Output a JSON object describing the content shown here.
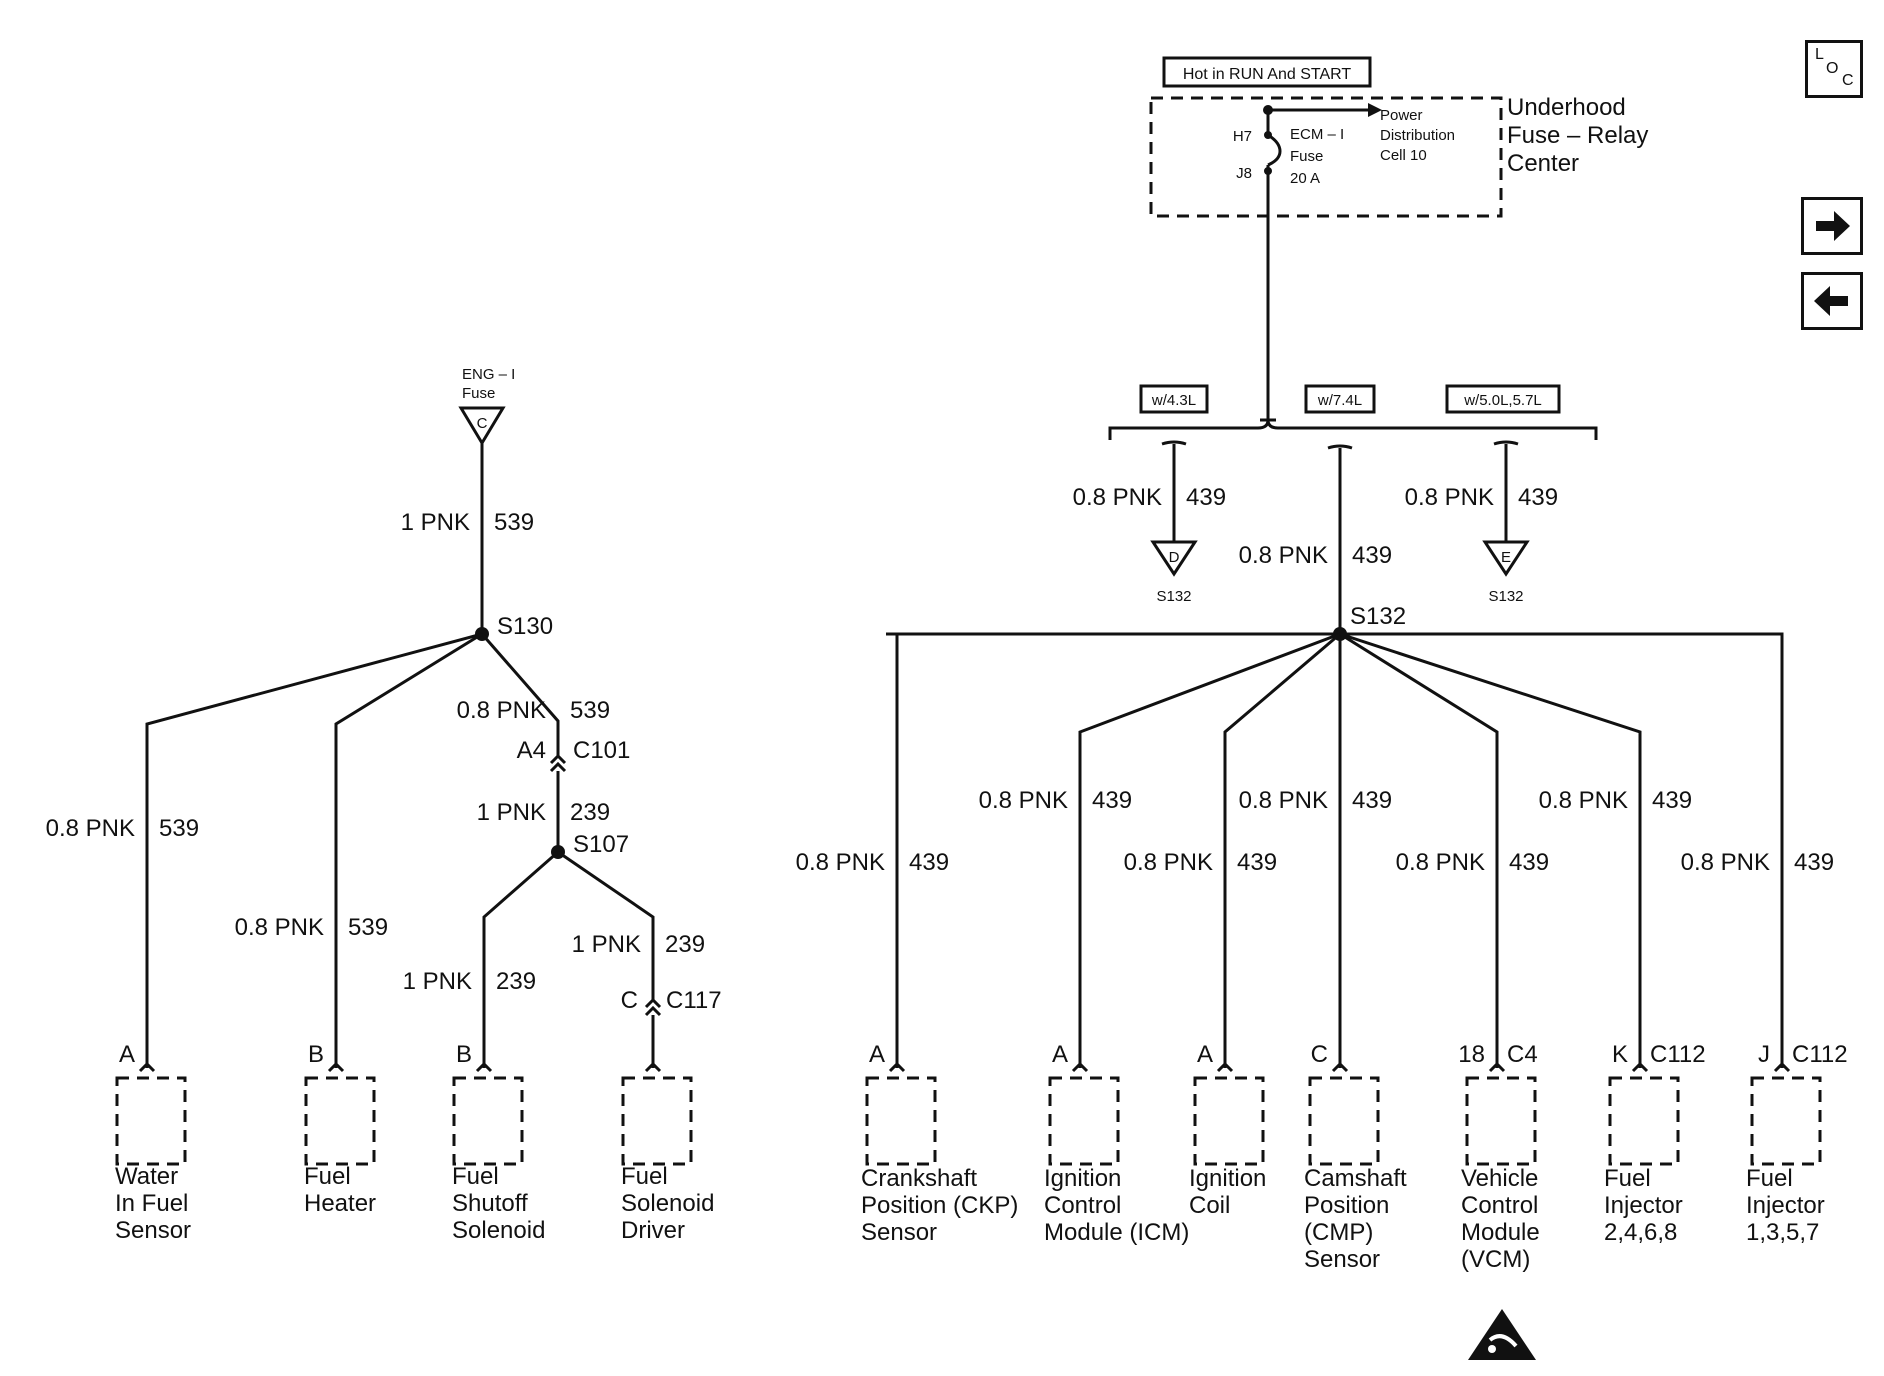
{
  "nav": {
    "loc_l": "L",
    "loc_o": "O",
    "loc_c": "C",
    "forward_icon": "arrow-right-icon",
    "back_icon": "arrow-left-icon"
  },
  "fuse_box": {
    "hot_label": "Hot in RUN And START",
    "title_line1": "Underhood",
    "title_line2": "Fuse – Relay",
    "title_line3": "Center",
    "pin_top": "H7",
    "pin_bottom": "J8",
    "fuse_line1": "ECM – I",
    "fuse_line2": "Fuse",
    "fuse_line3": "20 A",
    "pdc_line1": "Power",
    "pdc_line2": "Distribution",
    "pdc_line3": "Cell 10"
  },
  "left_circuit": {
    "source_line1": "ENG – I",
    "source_line2": "Fuse",
    "source_letter": "C",
    "feed_wire": "1 PNK",
    "feed_circuit": "539",
    "splice_main": "S130",
    "splice_sub": "S107",
    "mid_wire": "0.8 PNK",
    "mid_circuit": "539",
    "c101_pin": "A4",
    "c101": "C101",
    "sub_wire": "1 PNK",
    "sub_circuit": "239",
    "c117_pin": "C",
    "c117": "C117",
    "branches": [
      {
        "wire": "0.8 PNK",
        "circuit": "539",
        "pin": "A",
        "name1": "Water",
        "name2": "In Fuel",
        "name3": "Sensor"
      },
      {
        "wire": "0.8 PNK",
        "circuit": "539",
        "pin": "B",
        "name1": "Fuel",
        "name2": "Heater",
        "name3": ""
      },
      {
        "wire": "1 PNK",
        "circuit": "239",
        "pin": "B",
        "name1": "Fuel",
        "name2": "Shutoff",
        "name3": "Solenoid"
      },
      {
        "wire": "1 PNK",
        "circuit": "239",
        "pin": "",
        "name1": "Fuel",
        "name2": "Solenoid",
        "name3": "Driver"
      }
    ]
  },
  "right_circuit": {
    "option_43": "w/4.3L",
    "option_74": "w/7.4L",
    "option_5057": "w/5.0L,5.7L",
    "left_drop_wire": "0.8 PNK",
    "left_drop_circuit": "439",
    "left_drop_letter": "D",
    "left_drop_splice": "S132",
    "center_wire": "0.8 PNK",
    "center_circuit": "439",
    "right_drop_wire": "0.8 PNK",
    "right_drop_circuit": "439",
    "right_drop_letter": "E",
    "right_drop_splice": "S132",
    "splice": "S132",
    "branches": [
      {
        "wire": "0.8 PNK",
        "circuit": "439",
        "pin": "A",
        "conn": "",
        "name1": "Crankshaft",
        "name2": "Position (CKP)",
        "name3": "Sensor",
        "name4": ""
      },
      {
        "wire": "0.8 PNK",
        "circuit": "439",
        "pin": "A",
        "conn": "",
        "name1": "Ignition",
        "name2": "Control",
        "name3": "Module (ICM)",
        "name4": ""
      },
      {
        "wire": "0.8 PNK",
        "circuit": "439",
        "pin": "A",
        "conn": "",
        "name1": "Ignition",
        "name2": "Coil",
        "name3": "",
        "name4": ""
      },
      {
        "wire": "0.8 PNK",
        "circuit": "439",
        "pin": "C",
        "conn": "",
        "name1": "Camshaft",
        "name2": "Position",
        "name3": "(CMP)",
        "name4": "Sensor"
      },
      {
        "wire": "0.8 PNK",
        "circuit": "439",
        "pin": "18",
        "conn": "C4",
        "name1": "Vehicle",
        "name2": "Control",
        "name3": "Module",
        "name4": "(VCM)"
      },
      {
        "wire": "0.8 PNK",
        "circuit": "439",
        "pin": "K",
        "conn": "C112",
        "name1": "Fuel",
        "name2": "Injector",
        "name3": "2,4,6,8",
        "name4": ""
      },
      {
        "wire": "0.8 PNK",
        "circuit": "439",
        "pin": "J",
        "conn": "C112",
        "name1": "Fuel",
        "name2": "Injector",
        "name3": "1,3,5,7",
        "name4": ""
      }
    ],
    "esd_icon": "esd-warning-icon"
  }
}
